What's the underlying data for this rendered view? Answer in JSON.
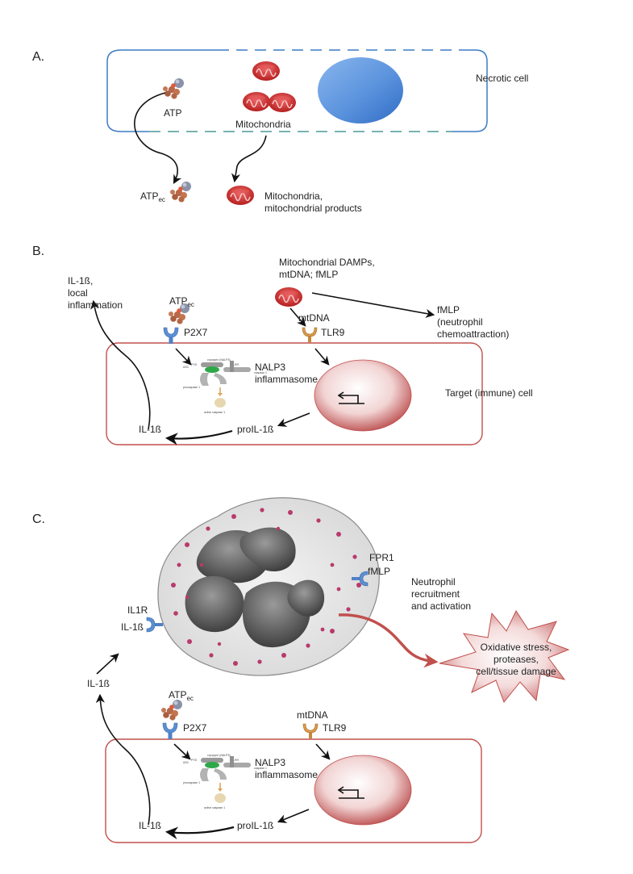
{
  "panels": {
    "a": {
      "label": "A."
    },
    "b": {
      "label": "B."
    },
    "c": {
      "label": "C."
    }
  },
  "panel_a": {
    "cell_label": "Necrotic cell",
    "atp": "ATP",
    "mito": "Mitochondria",
    "atp_ec_main": "ATP",
    "atp_ec_sub": "ec",
    "mito_products": "Mitochondria,\nmitochondrial products"
  },
  "panel_b": {
    "damps": "Mitochondrial DAMPs,\nmtDNA; fMLP",
    "fmlp": "fMLP\n(neutrophil\nchemoattraction)",
    "il1b_local": "IL-1ß,\nlocal\ninflammation",
    "atp_ec_main": "ATP",
    "atp_ec_sub": "ec",
    "p2x7": "P2X7",
    "mtdna": "mtDNA",
    "tlr9": "TLR9",
    "nalp3": "NALP3\ninflammasome",
    "target": "Target (immune) cell",
    "il1b": "IL-1ß",
    "proil1b": "proIL-1ß"
  },
  "panel_c": {
    "fpr1": "FPR1",
    "fmlp": "fMLP",
    "neutrophil": "Neutrophil\nrecruitment\nand activation",
    "il1r": "IL1R",
    "il1b_receptor": "IL-1ß",
    "il1b_free": "IL-1ß",
    "damage": "Oxidative stress,\nproteases,\ncell/tissue damage",
    "atp_ec_main": "ATP",
    "atp_ec_sub": "ec",
    "p2x7": "P2X7",
    "mtdna": "mtDNA",
    "tlr9": "TLR9",
    "nalp3": "NALP3\ninflammasome",
    "il1b": "IL-1ß",
    "proil1b": "proIL-1ß"
  },
  "colors": {
    "necrotic_border": "#3b7cc4",
    "target_border": "#c0504d",
    "nucleus_blue": "#5b93dd",
    "nucleus_red": "#c55a5a",
    "receptor_blue": "#4f81c7",
    "receptor_orange": "#c9873a",
    "mito_red": "#cc2f2f",
    "damage_star": "#d98a8a",
    "neutrophil_granule": "#b83a6c"
  }
}
